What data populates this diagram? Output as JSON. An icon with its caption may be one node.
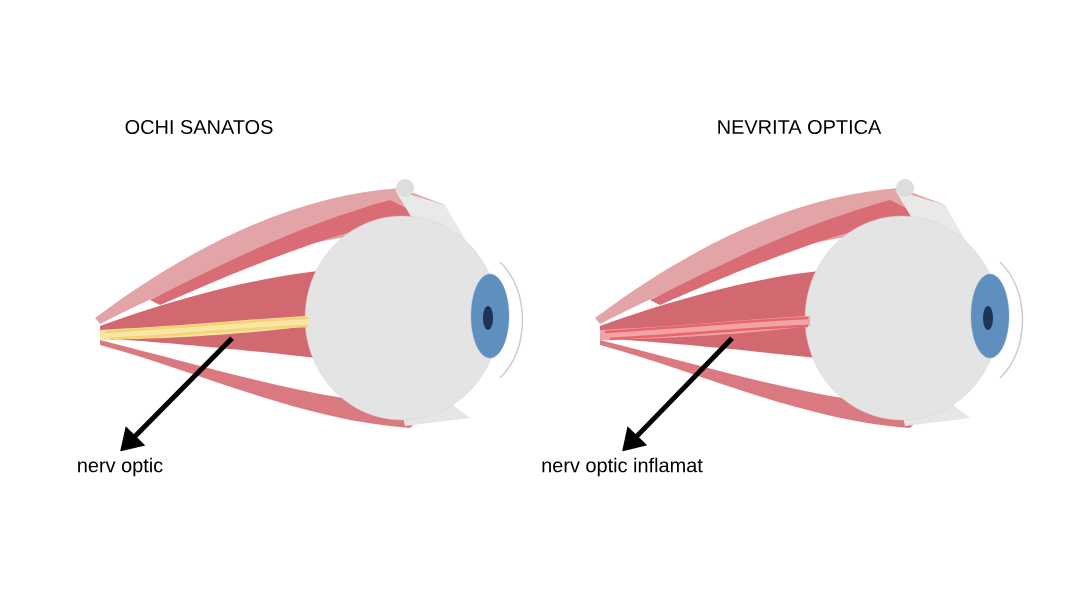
{
  "diagram": {
    "nodes": [
      {
        "text": [],
        "shape": "picture"
      },
      {
        "text": [],
        "shape": "picture",
        "in": 0
      },
      {
        "text": [
          "nerv optic"
        ]
      },
      {
        "text": [],
        "shape": "picture"
      },
      {
        "text": [],
        "shape": "picture",
        "in": 3
      },
      {
        "text": [
          "nerv optic inflamat"
        ]
      }
    ],
    "edges": [
      {
        "from": 1,
        "to": 2,
        "arrow": "to"
      },
      {
        "from": 4,
        "to": 5,
        "arrow": "to"
      }
    ],
    "labels": [
      "OCHI SANATOS",
      "NEVRITA OPTICA"
    ]
  }
}
